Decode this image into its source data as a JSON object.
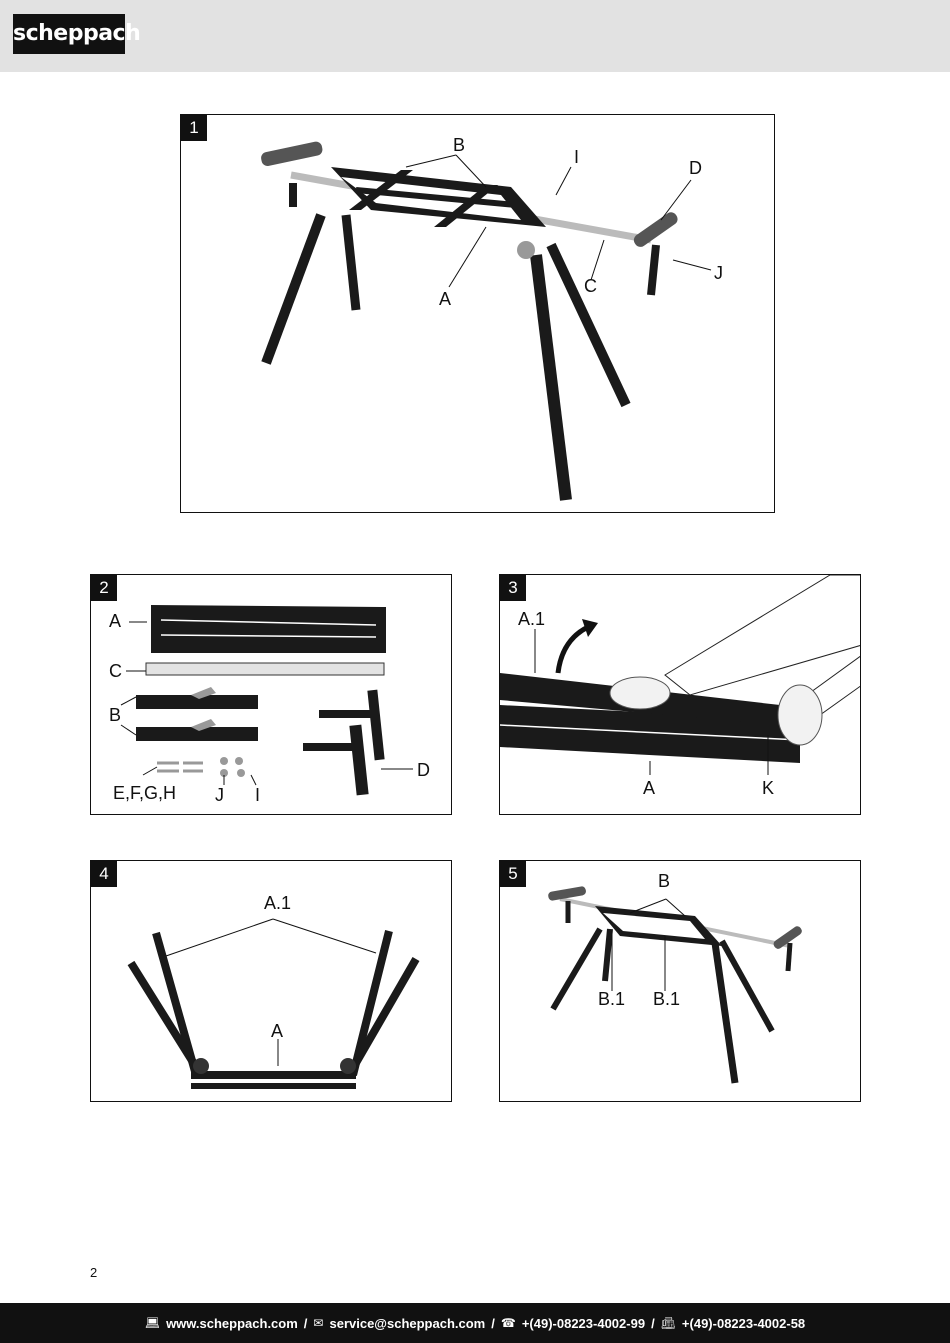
{
  "header": {
    "brand": "scheppach"
  },
  "figures": [
    {
      "number": "1",
      "labels": {
        "b": "B",
        "i": "I",
        "d": "D",
        "j": "J",
        "a": "A",
        "c": "C"
      }
    },
    {
      "number": "2",
      "labels": {
        "a": "A",
        "c": "C",
        "b": "B",
        "d": "D",
        "efgh": "E,F,G,H",
        "j": "J",
        "i": "I"
      }
    },
    {
      "number": "3",
      "labels": {
        "a1": "A.1",
        "a": "A",
        "k": "K"
      }
    },
    {
      "number": "4",
      "labels": {
        "a1": "A.1",
        "a": "A"
      }
    },
    {
      "number": "5",
      "labels": {
        "b": "B",
        "b1_left": "B.1",
        "b1_right": "B.1"
      }
    }
  ],
  "page_number": "2",
  "footer": {
    "web_icon": "computer-icon",
    "website": "www.scheppach.com",
    "sep": "/",
    "mail_icon": "envelope-icon",
    "email": "service@scheppach.com",
    "phone_icon": "telephone-icon",
    "phone": "+(49)-08223-4002-99",
    "fax_icon": "fax-icon",
    "fax": "+(49)-08223-4002-58"
  }
}
